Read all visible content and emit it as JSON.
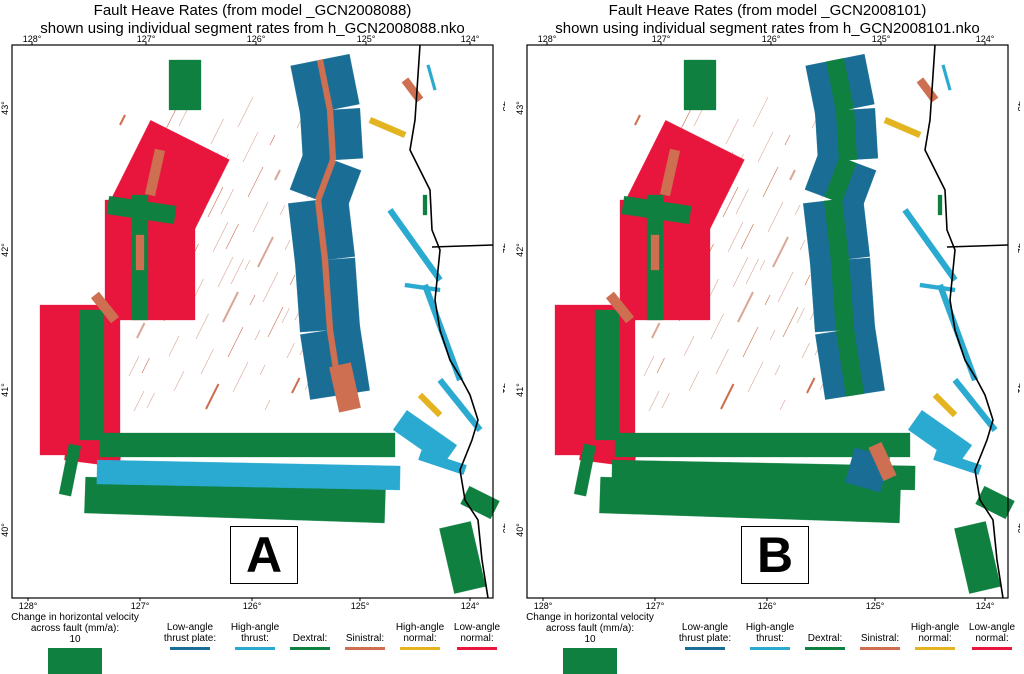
{
  "panels": [
    {
      "id": "A",
      "title_line1": "Fault Heave Rates (from model _GCN2008088)",
      "title_line2": "shown using individual segment rates from h_GCN2008088.nko",
      "letter": "A",
      "variant": "thrust"
    },
    {
      "id": "B",
      "title_line1": "Fault Heave Rates (from model _GCN2008101)",
      "title_line2": "shown using individual segment rates from h_GCN2008101.nko",
      "letter": "B",
      "variant": "dextral"
    }
  ],
  "axes": {
    "top_lon_labels": [
      "128°",
      "127°",
      "126°",
      "125°",
      "124°"
    ],
    "bottom_lon_labels": [
      "128°",
      "127°",
      "126°",
      "125°",
      "124°"
    ],
    "lat_labels": [
      "43°",
      "42°",
      "41°",
      "40°"
    ]
  },
  "legend": {
    "scale_title_line1": "Change in horizontal velocity",
    "scale_title_line2": "across fault (mm/a):",
    "scale_value": "10",
    "items": [
      {
        "line1": "Low-angle",
        "line2": "thrust plate:",
        "color": "#1a6e96"
      },
      {
        "line1": "High-angle",
        "line2": "thrust:",
        "color": "#2aaad0"
      },
      {
        "line1": "",
        "line2": "Dextral:",
        "color": "#0f8040"
      },
      {
        "line1": "",
        "line2": "Sinistral:",
        "color": "#cd6f50"
      },
      {
        "line1": "High-angle",
        "line2": "normal:",
        "color": "#e3b320"
      },
      {
        "line1": "Low-angle",
        "line2": "normal:",
        "color": "#e8163c"
      }
    ]
  },
  "colors": {
    "low_angle_thrust": "#1a6e96",
    "high_angle_thrust": "#2aaad0",
    "dextral": "#0f8040",
    "sinistral": "#cd6f50",
    "high_angle_normal": "#e3b320",
    "low_angle_normal": "#e8163c"
  }
}
